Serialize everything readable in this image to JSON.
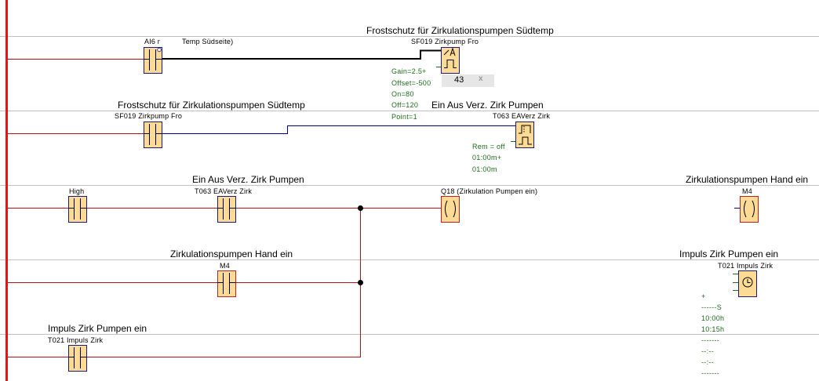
{
  "colors": {
    "rail": "#ee1111",
    "active_wire": "#bb1111",
    "inactive_wire": "#000080",
    "analog_wire": "#000000",
    "block_fill": "#fedb95",
    "block_border_inactive": "#1a1a80",
    "block_border_active": "#bb2222",
    "grid_line": "#c0c0c0",
    "param_text": "#1e6b1e"
  },
  "rungs": [
    {
      "id": "rung-1",
      "elements": [
        {
          "type": "analog-input-contact",
          "label": "AI6 r",
          "comment": "Temp Südseite)",
          "state": "inactive"
        },
        {
          "type": "analog-threshold-trigger",
          "title": "Frostschutz für Zirkulationspumpen Südtemp",
          "label": "SF019 Zirkpump Fro",
          "icon": "analog-threshold-icon",
          "params": [
            "Gain=2.5+",
            "Offset=-500",
            "On=80",
            "Off=120",
            "Point=1"
          ],
          "actual_value": "43",
          "value_close": "x"
        }
      ]
    },
    {
      "id": "rung-2",
      "elements": [
        {
          "type": "contact",
          "title": "Frostschutz für Zirkulationspumpen Südtemp",
          "label": "SF019 Zirkpump Fro",
          "state": "inactive"
        },
        {
          "type": "on-off-delay",
          "title": "Ein Aus Verz. Zirk Pumpen",
          "label": "T063 EAVerz Zirk",
          "icon": "on-off-delay-icon",
          "params": [
            "Rem = off",
            "01:00m+",
            "01:00m"
          ]
        }
      ]
    },
    {
      "id": "rung-3",
      "elements": [
        {
          "type": "contact",
          "label": "High",
          "state": "inactive"
        },
        {
          "type": "contact",
          "title": "Ein Aus Verz. Zirk Pumpen",
          "label": "T063 EAVerz Zirk",
          "state": "inactive"
        },
        {
          "type": "coil",
          "label": "Q18 (Zirkulation Pumpen ein)",
          "state": "active"
        },
        {
          "type": "coil",
          "title": "Zirkulationspumpen Hand ein",
          "label": "M4",
          "state": "active"
        }
      ]
    },
    {
      "id": "rung-4",
      "elements": [
        {
          "type": "contact",
          "title": "Zirkulationspumpen Hand ein",
          "label": "M4",
          "state": "active"
        },
        {
          "type": "timer-switch",
          "title": "Impuls Zirk Pumpen ein",
          "label": "T021 Impuls Zirk",
          "icon": "clock-icon",
          "params": [
            "+",
            "------S",
            "10:00h",
            "10:15h",
            "-------",
            "--:--",
            "--:--",
            "-------"
          ]
        }
      ]
    },
    {
      "id": "rung-5",
      "elements": [
        {
          "type": "contact",
          "title": "Impuls Zirk Pumpen ein",
          "label": "T021 Impuls Zirk",
          "state": "inactive"
        }
      ]
    }
  ]
}
